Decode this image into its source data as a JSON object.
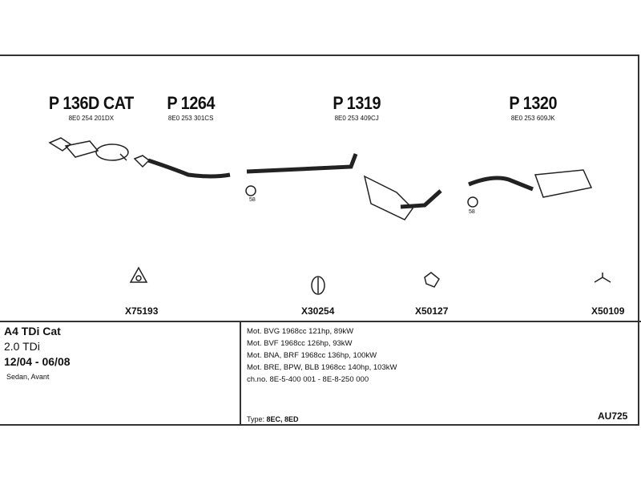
{
  "parts": [
    {
      "number": "P 136D CAT",
      "oem": "8E0 254 201DX"
    },
    {
      "number": "P 1264",
      "oem": "8E0 253 301CS"
    },
    {
      "number": "P 1319",
      "oem": "8E0 253 409CJ"
    },
    {
      "number": "P 1320",
      "oem": "8E0 253 609JK"
    }
  ],
  "clamp_size": [
    "58",
    "58"
  ],
  "accessories": [
    "X75193",
    "X30254",
    "X50127",
    "X50109"
  ],
  "vehicle": {
    "model": "A4 TDi Cat",
    "engine": "2.0 TDi",
    "period": "12/04 - 06/08",
    "body": "Sedan, Avant"
  },
  "engines": [
    "Mot. BVG 1968cc 121hp, 89kW",
    "Mot. BVF 1968cc 126hp, 93kW",
    "Mot. BNA, BRF 1968cc 136hp, 100kW",
    "Mot. BRE, BPW, BLB 1968cc 140hp, 103kW",
    "ch.no. 8E-5-400 001 - 8E-8-250 000"
  ],
  "type_label": "Type:",
  "type_value": "8EC, 8ED",
  "code": "AU725"
}
